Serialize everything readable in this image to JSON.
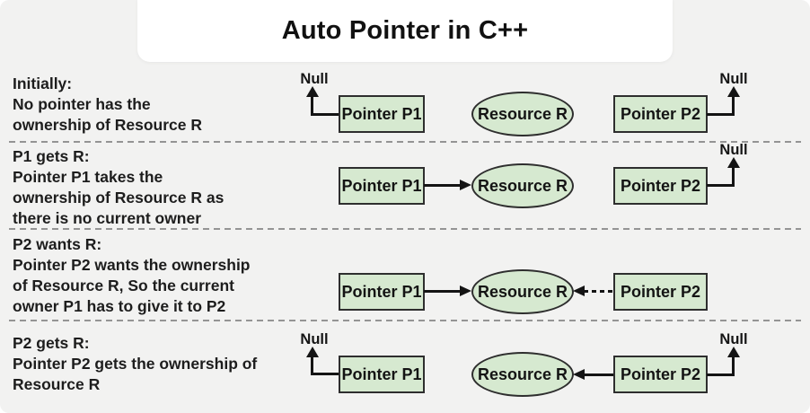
{
  "title": "Auto Pointer in C++",
  "colors": {
    "background": "#f2f2f1",
    "title_background": "#ffffff",
    "node_fill": "#d6e9d0",
    "node_border": "#2e2e2e",
    "text": "#1d1d1d",
    "divider": "#949494"
  },
  "rows": [
    {
      "lines": [
        "Initially:",
        "No pointer has the",
        "ownership of Resource R"
      ],
      "p1": "Pointer P1",
      "resource": "Resource R",
      "p2": "Pointer P2",
      "null_left": "Null",
      "null_right": "Null"
    },
    {
      "lines": [
        "P1 gets R:",
        "Pointer P1 takes the",
        "ownership of Resource R as",
        "there is no current owner"
      ],
      "p1": "Pointer P1",
      "resource": "Resource R",
      "p2": "Pointer P2",
      "null_right": "Null"
    },
    {
      "lines": [
        "P2 wants R:",
        "Pointer P2 wants the ownership",
        "of Resource R, So the current",
        "owner P1 has to give it to P2"
      ],
      "p1": "Pointer P1",
      "resource": "Resource R",
      "p2": "Pointer P2"
    },
    {
      "lines": [
        "P2 gets R:",
        "Pointer P2 gets the ownership of",
        "Resource R"
      ],
      "p1": "Pointer P1",
      "resource": "Resource R",
      "p2": "Pointer P2",
      "null_left": "Null",
      "null_right": "Null"
    }
  ]
}
